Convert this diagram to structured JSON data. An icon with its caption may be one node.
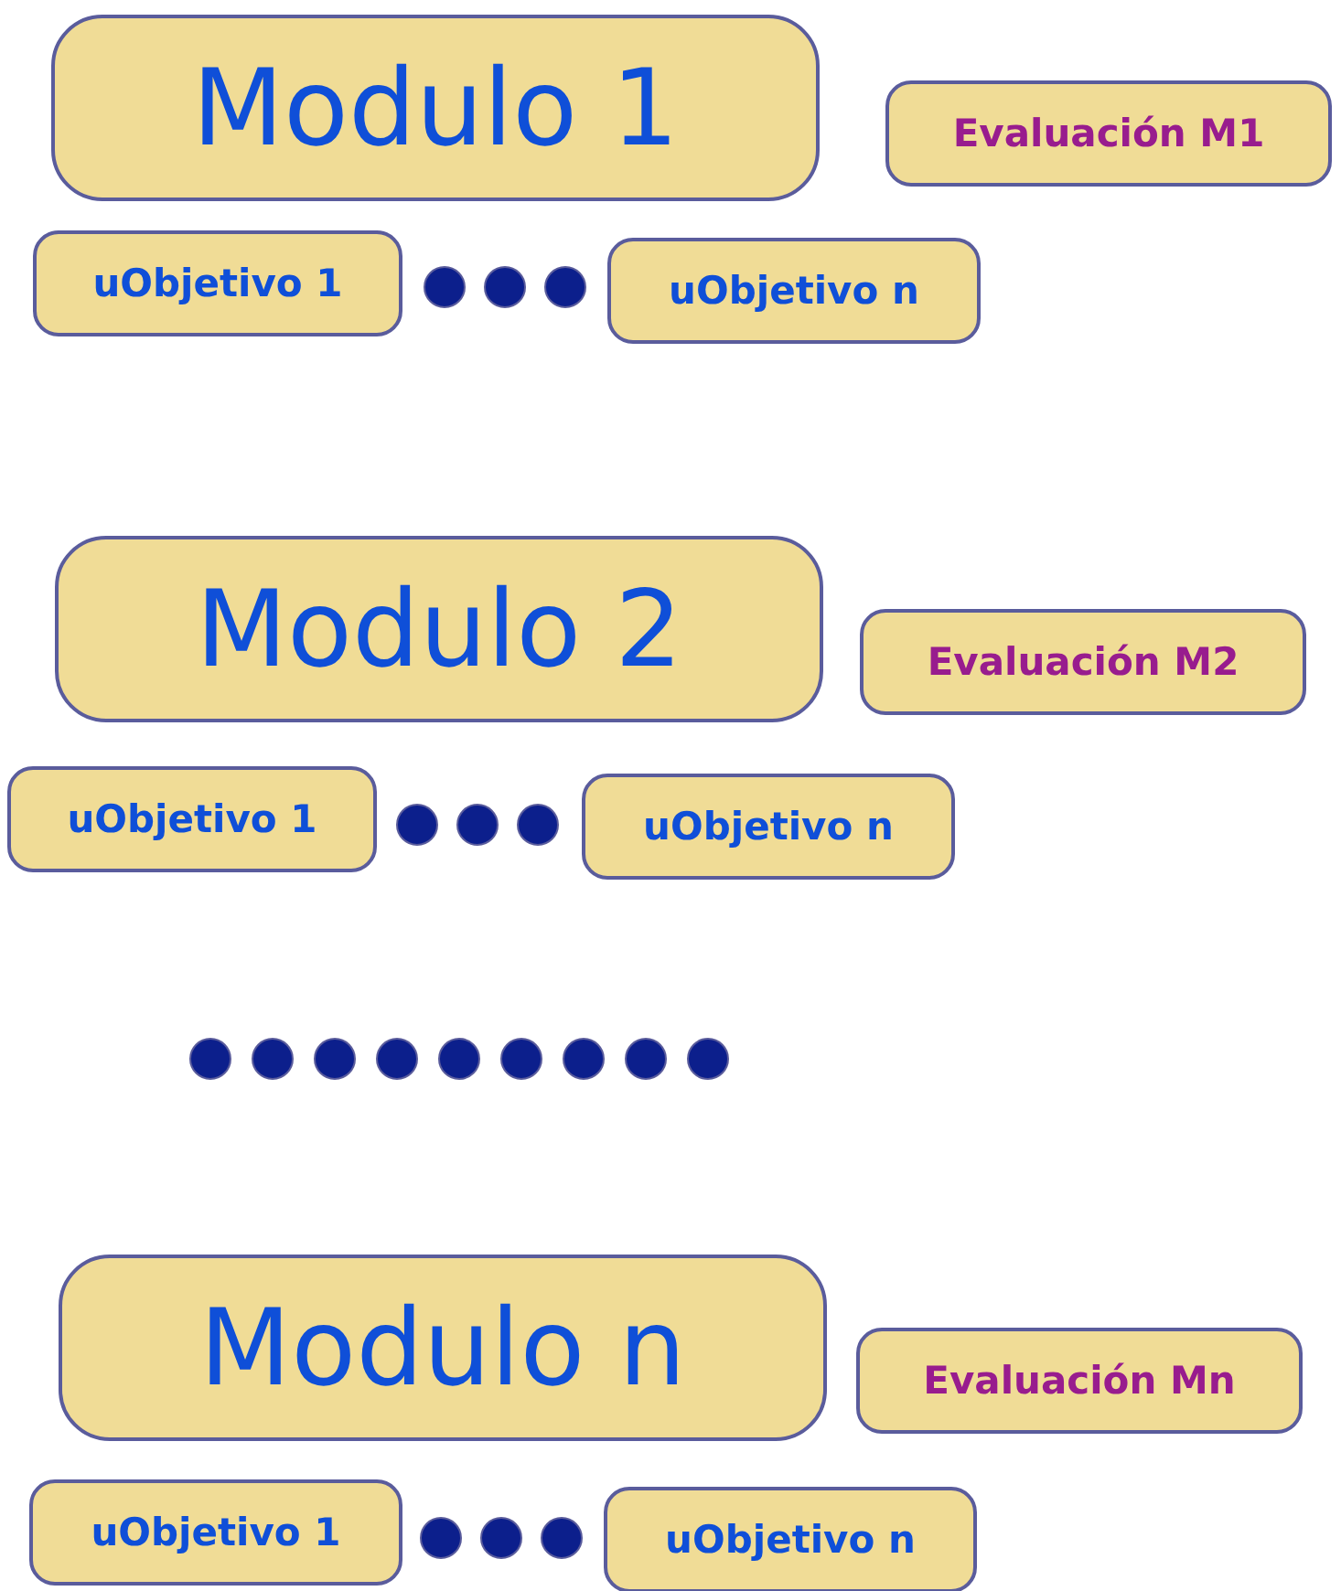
{
  "diagram": {
    "nodes": [
      {
        "text": [
          "Modulo 1"
        ]
      },
      {
        "text": [
          "Evaluación M1"
        ]
      },
      {
        "text": [
          "uObjetivo 1"
        ]
      },
      {
        "text": [
          "uObjetivo n"
        ]
      },
      {
        "text": [
          "Modulo 2"
        ]
      },
      {
        "text": [
          "Evaluación M2"
        ]
      },
      {
        "text": [
          "uObjetivo 1"
        ]
      },
      {
        "text": [
          "uObjetivo n"
        ]
      },
      {
        "text": [
          "Modulo n"
        ]
      },
      {
        "text": [
          "Evaluación Mn"
        ]
      },
      {
        "text": [
          "uObjetivo 1"
        ]
      },
      {
        "text": [
          "uObjetivo n"
        ]
      }
    ]
  }
}
